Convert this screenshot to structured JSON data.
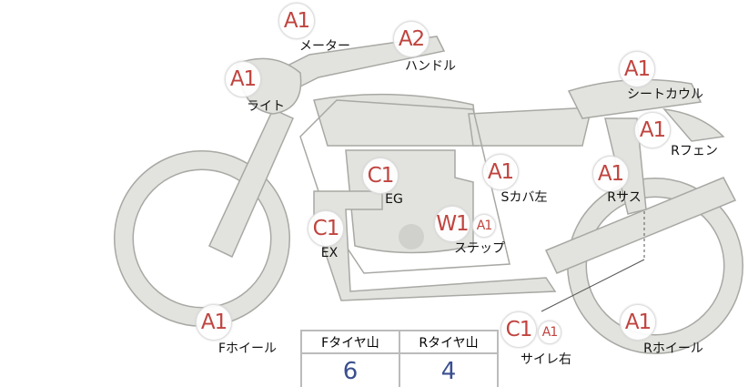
{
  "markers": [
    {
      "code": "A1",
      "label": "メーター"
    },
    {
      "code": "A2",
      "label": "ハンドル"
    },
    {
      "code": "A1",
      "label": "ライト"
    },
    {
      "code": "A1",
      "label": "シートカウル"
    },
    {
      "code": "A1",
      "label": "Rフェン"
    },
    {
      "code": "C1",
      "label": "EG"
    },
    {
      "code": "A1",
      "label": "Sカバ左"
    },
    {
      "code": "A1",
      "label": "Rサス"
    },
    {
      "code": "C1",
      "label": "EX"
    },
    {
      "code": "W1",
      "sub": "A1",
      "label": "ステップ"
    },
    {
      "code": "A1",
      "label": "Fホイール"
    },
    {
      "code": "C1",
      "sub": "A1",
      "label": "サイレ右"
    },
    {
      "code": "A1",
      "label": "Rホイール"
    }
  ],
  "tread_table": {
    "headers": [
      "Fタイヤ山",
      "Rタイヤ山"
    ],
    "values": [
      "6",
      "4"
    ]
  },
  "colors": {
    "marker_text": "#c0443f",
    "value_text": "#3b4f8f",
    "part_fill": "#e2e2de",
    "part_stroke": "#a8a8a4"
  }
}
